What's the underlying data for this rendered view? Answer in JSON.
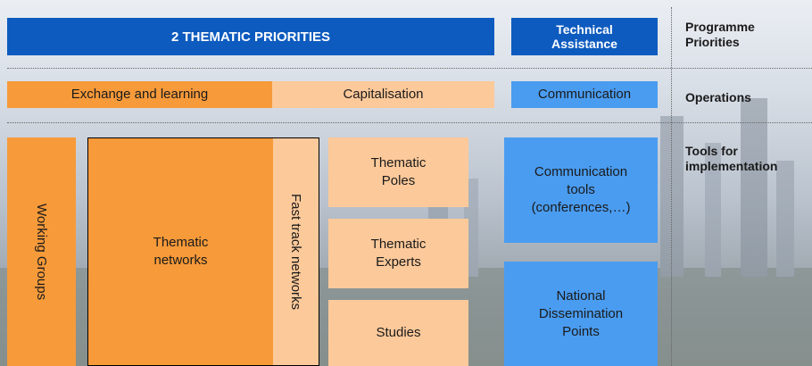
{
  "header": {
    "thematic_priorities": "2 THEMATIC PRIORITIES",
    "technical_assistance": "Technical Assistance"
  },
  "operations": {
    "exchange_learning": "Exchange and learning",
    "capitalisation": "Capitalisation",
    "communication": "Communication"
  },
  "tools": {
    "working_groups": "Working Groups",
    "thematic_networks": "Thematic networks",
    "fast_track_networks": "Fast track networks",
    "thematic_poles": "Thematic Poles",
    "thematic_experts": "Thematic Experts",
    "studies": "Studies",
    "communication_tools": "Communication tools (conferences,…)",
    "national_dissemination_points": "National Dissemination Points"
  },
  "side_labels": {
    "programme_priorities": "Programme Priorities",
    "operations": "Operations",
    "tools_for_implementation": "Tools for implementation"
  },
  "colors": {
    "dark_blue": "#0d5bbf",
    "light_blue": "#4a9cf0",
    "orange": "#f79a3a",
    "peach": "#fcc99a"
  }
}
